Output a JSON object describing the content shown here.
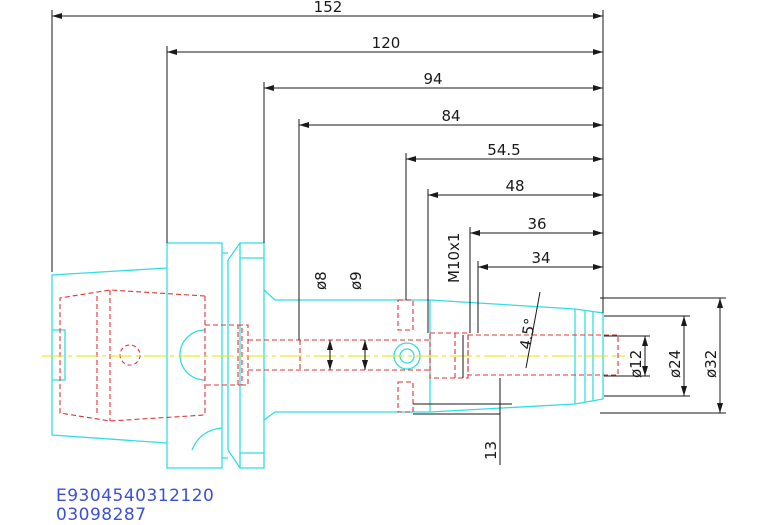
{
  "drawing": {
    "horizontal_dimensions": [
      "152",
      "120",
      "94",
      "84",
      "54.5",
      "48",
      "36",
      "34"
    ],
    "diameter_labels": {
      "d8": "ø8",
      "d9": "ø9",
      "thread": "M10x1",
      "angle": "4.5°",
      "d12": "ø12",
      "d24": "ø24",
      "d32": "ø32",
      "depth": "13"
    },
    "colors": {
      "outline": "#33dede",
      "hidden": "#e03434",
      "centerline": "#e6e600",
      "dimension": "#1a1a1a",
      "code_text": "#3a50d8"
    }
  },
  "codes": {
    "line1": "E9304540312120",
    "line2": "03098287"
  }
}
